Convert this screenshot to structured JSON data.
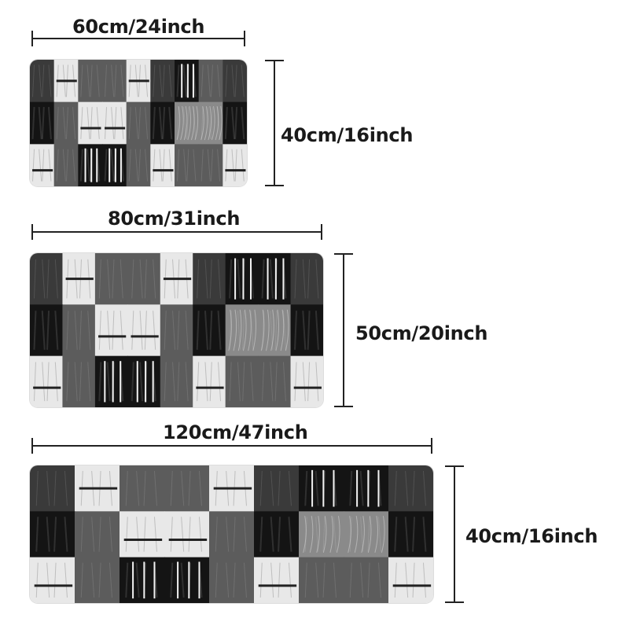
{
  "mats": [
    {
      "width_label": "60cm/24inch",
      "height_label": "40cm/16inch",
      "columns": 9,
      "tiles": [
        [
          "dark",
          "light",
          "mid",
          "mid",
          "light",
          "dark",
          "black",
          "mid",
          "dark"
        ],
        [
          "black",
          "mid",
          "light",
          "light",
          "mid",
          "black",
          "textured",
          "textured",
          "black"
        ],
        [
          "light",
          "mid",
          "black",
          "black",
          "mid",
          "light",
          "mid",
          "mid",
          "light"
        ]
      ]
    },
    {
      "width_label": "80cm/31inch",
      "height_label": "50cm/20inch",
      "columns": 9,
      "tiles": [
        [
          "dark",
          "light",
          "mid",
          "mid",
          "light",
          "dark",
          "black",
          "black",
          "dark"
        ],
        [
          "black",
          "mid",
          "light",
          "light",
          "mid",
          "black",
          "textured",
          "textured",
          "black"
        ],
        [
          "light",
          "mid",
          "black",
          "black",
          "mid",
          "light",
          "mid",
          "mid",
          "light"
        ]
      ]
    },
    {
      "width_label": "120cm/47inch",
      "height_label": "40cm/16inch",
      "columns": 9,
      "tiles": [
        [
          "dark",
          "light",
          "mid",
          "mid",
          "light",
          "dark",
          "black",
          "black",
          "dark"
        ],
        [
          "black",
          "mid",
          "light",
          "light",
          "mid",
          "black",
          "textured",
          "textured",
          "black"
        ],
        [
          "light",
          "mid",
          "black",
          "black",
          "mid",
          "light",
          "mid",
          "mid",
          "light"
        ]
      ]
    }
  ],
  "colors": {
    "black": "#141414",
    "dark": "#3a3a3a",
    "mid": "#5c5c5c",
    "light": "#e8e8e8",
    "textured": "#8a8a8a",
    "line": "#222222"
  }
}
